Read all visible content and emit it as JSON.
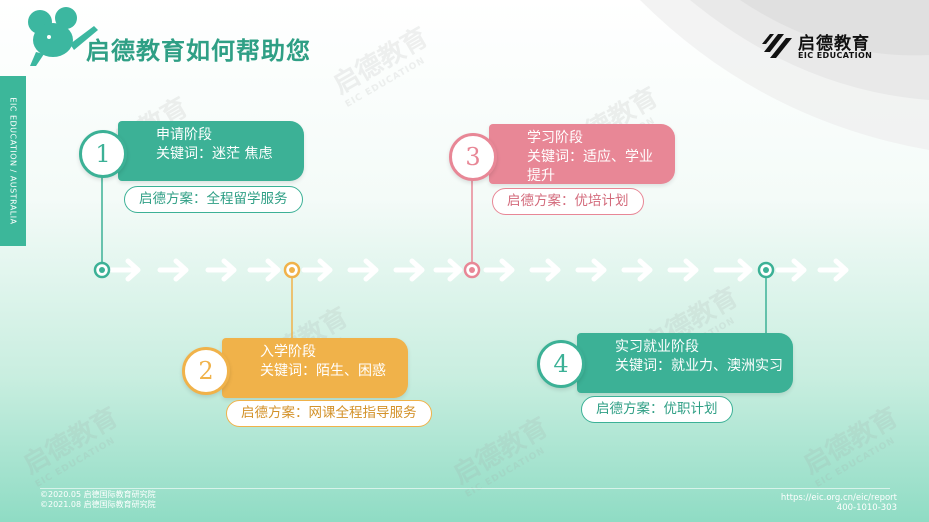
{
  "header": {
    "title": "启德教育如何帮助您"
  },
  "side_label": "EIC EDUCATION / AUSTRALIA",
  "brand": {
    "name_cn": "启德教育",
    "name_en": "EIC EDUCATION"
  },
  "watermark": {
    "cn": "启德教育",
    "en": "EIC EDUCATION"
  },
  "stages": [
    {
      "num": "1",
      "name": "申请阶段",
      "keywords": "关键词：迷茫  焦虑",
      "plan": "启德方案：全程留学服务",
      "color": "#3cb196",
      "pill_text_color": "#2f9f85"
    },
    {
      "num": "2",
      "name": "入学阶段",
      "keywords": "关键词：陌生、困惑",
      "plan": "启德方案：网课全程指导服务",
      "color": "#f0b24a",
      "pill_text_color": "#d3922a"
    },
    {
      "num": "3",
      "name": "学习阶段",
      "keywords": "关键词：适应、学业提升",
      "plan": "启德方案：优培计划",
      "color": "#e88796",
      "pill_text_color": "#d36a7b"
    },
    {
      "num": "4",
      "name": "实习就业阶段",
      "keywords": "关键词：就业力、澳洲实习",
      "plan": "启德方案：优职计划",
      "color": "#3cb196",
      "pill_text_color": "#2f9f85"
    }
  ],
  "footer": {
    "left_line1": "©2020.05 启德国际教育研究院",
    "left_line2": "©2021.08 启德国际教育研究院",
    "url": "https://eic.org.cn/eic/report",
    "phone": "400-1010-303"
  },
  "colors": {
    "accent": "#3cb196",
    "title": "#2f9f85",
    "arrow": "#ffffff"
  }
}
